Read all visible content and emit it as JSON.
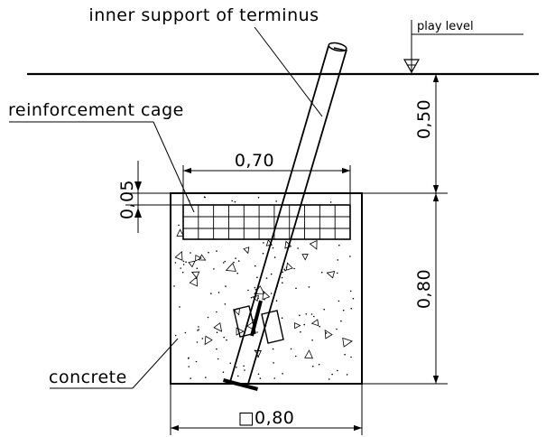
{
  "labels": {
    "inner_support": "inner support of terminus",
    "play_level": "play level",
    "reinforcement_cage": "reinforcement cage",
    "concrete": "concrete"
  },
  "dimensions": {
    "cage_width": "0,70",
    "cage_offset": "0,05",
    "depth_to_top": "0,50",
    "foundation_depth": "0,80",
    "foundation_width": "□0,80"
  }
}
